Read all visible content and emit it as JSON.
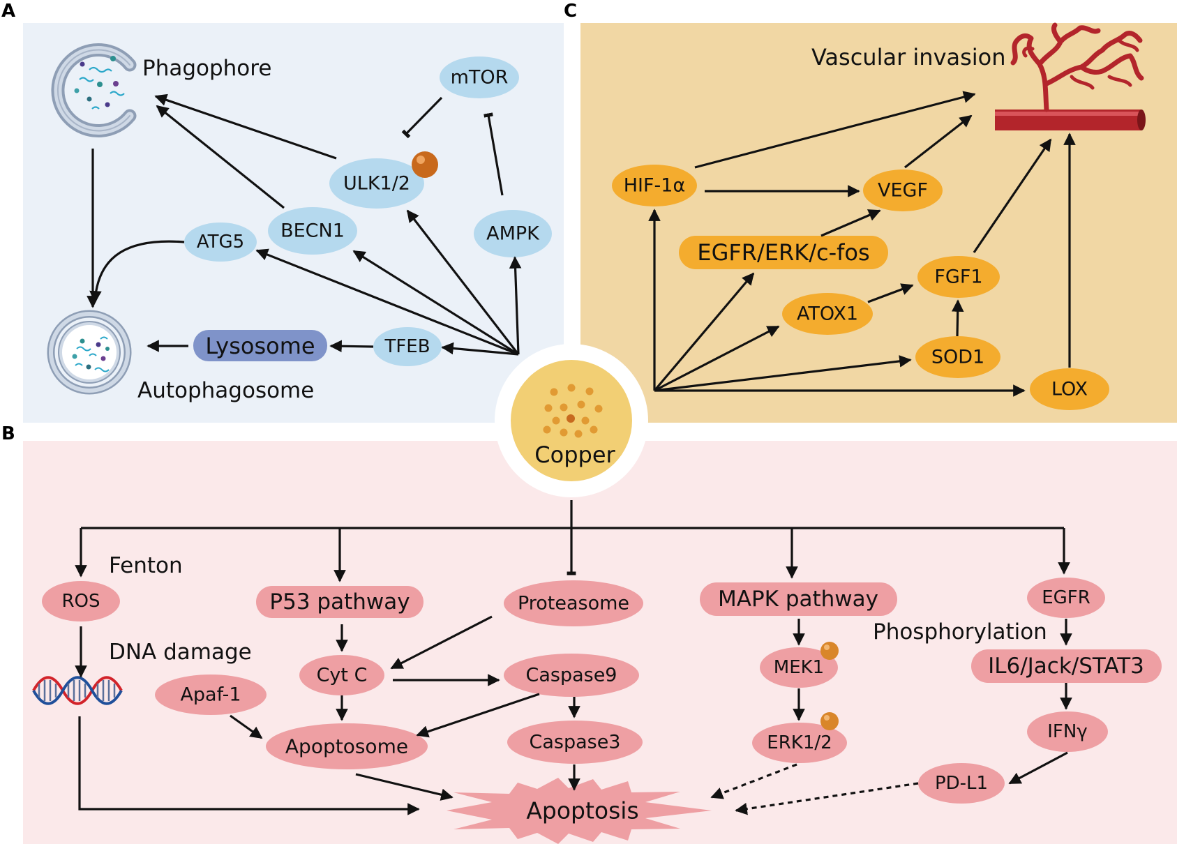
{
  "panels": {
    "a_label": "A",
    "b_label": "B",
    "c_label": "C",
    "colors": {
      "a_bg": "#ebf1f8",
      "b_bg": "#fbe9ea",
      "c_bg": "#f1d7a4"
    }
  },
  "center": {
    "label": "Copper",
    "fill": "#f2cf74",
    "dot_color": "#e19a33"
  },
  "panel_a": {
    "phagophore": "Phagophore",
    "autophagosome": "Autophagosome",
    "nodes": {
      "mtor": "mTOR",
      "ulk": "ULK1/2",
      "becn1": "BECN1",
      "ampk": "AMPK",
      "atg5": "ATG5",
      "tfeb": "TFEB",
      "lysosome": "Lysosome"
    },
    "colors": {
      "node": "#b5d9ee",
      "lysosome": "#7f93c9"
    }
  },
  "panel_b": {
    "nodes": {
      "ros": "ROS",
      "p53": "P53 pathway",
      "proteasome": "Proteasome",
      "mapk": "MAPK pathway",
      "egfr": "EGFR",
      "cytc": "Cyt C",
      "caspase9": "Caspase9",
      "apaf1": "Apaf-1",
      "apoptosome": "Apoptosome",
      "caspase3": "Caspase3",
      "mek1": "MEK1",
      "erk": "ERK1/2",
      "il6": "IL6/Jack/STAT3",
      "ifng": "IFNγ",
      "pdl1": "PD-L1",
      "apoptosis": "Apoptosis"
    },
    "labels": {
      "fenton": "Fenton",
      "dna_damage": "DNA damage",
      "phosphorylation": "Phosphorylation"
    },
    "colors": {
      "node": "#ee9fa3"
    }
  },
  "panel_c": {
    "title": "Vascular invasion",
    "nodes": {
      "hif": "HIF-1α",
      "vegf": "VEGF",
      "egfr_erk": "EGFR/ERK/c-fos",
      "fgf1": "FGF1",
      "atox1": "ATOX1",
      "sod1": "SOD1",
      "lox": "LOX"
    },
    "colors": {
      "node": "#f4ac2e",
      "vessel": "#b3252b"
    }
  }
}
